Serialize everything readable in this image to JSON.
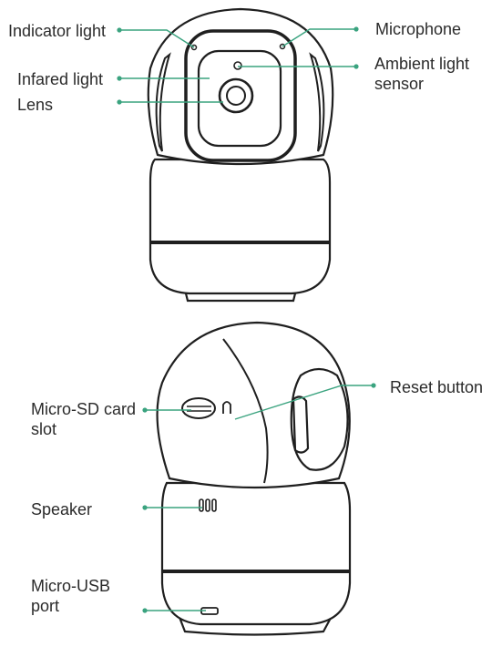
{
  "front_view": {
    "labels": {
      "indicator_light": "Indicator light",
      "infrared_light": "Infared light",
      "lens": "Lens",
      "microphone": "Microphone",
      "ambient_light_sensor": "Ambient light sensor"
    }
  },
  "rear_view": {
    "labels": {
      "micro_sd_slot": "Micro-SD card slot",
      "reset_button": "Reset button",
      "speaker": "Speaker",
      "micro_usb_port": "Micro-USB port"
    }
  },
  "colors": {
    "leader_line": "#3aa37f",
    "outline": "#1f1f1f",
    "text": "#2b2b2b"
  }
}
